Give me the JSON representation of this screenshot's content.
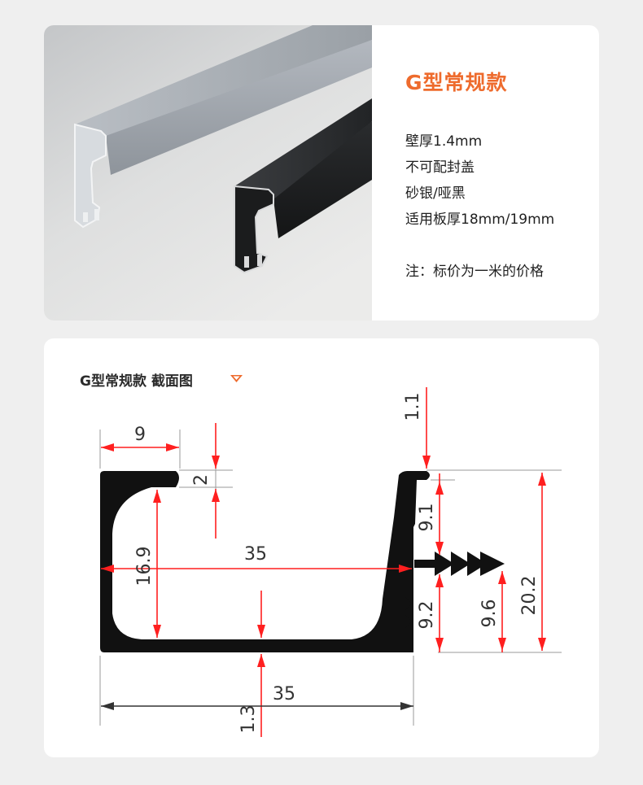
{
  "product": {
    "title": "G型常规款",
    "specs": [
      "壁厚1.4mm",
      "不可配封盖",
      "砂银/哑黑",
      "适用板厚18mm/19mm"
    ],
    "note": "注：标价为一米的价格",
    "finishes": [
      "silver",
      "black"
    ]
  },
  "diagram": {
    "title": "G型常规款 截面图",
    "dimensions": {
      "lip_width": "9",
      "lip_thickness": "2",
      "inner_height": "16.9",
      "inner_width": "35",
      "base_thickness": "1.3",
      "overall_width": "35",
      "top_lip": "1.1",
      "upper_clip": "9.1",
      "lower_clip": "9.2",
      "fin_height": "9.6",
      "total_height": "20.2"
    }
  },
  "colors": {
    "accent": "#ee6b2d",
    "dimension_arrow": "#ff1f1f",
    "profile": "#111111"
  }
}
